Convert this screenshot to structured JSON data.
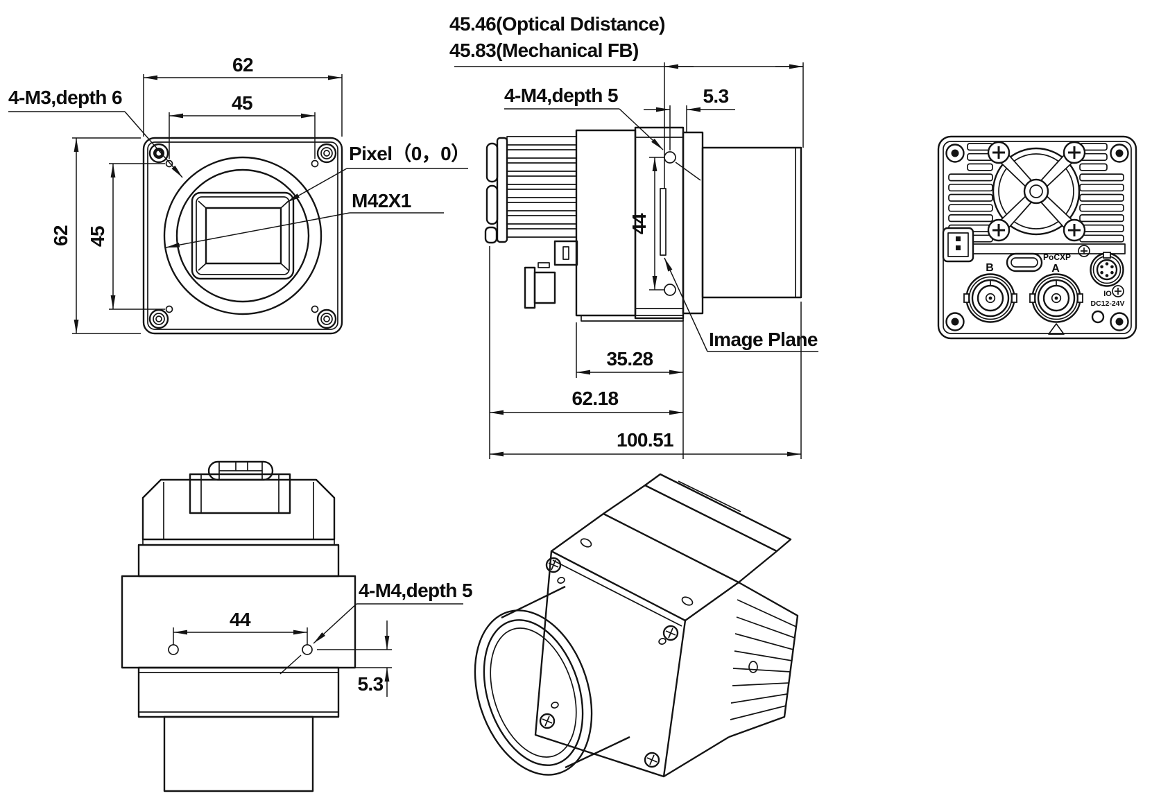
{
  "drawing": {
    "type": "mechanical-dimension-drawing",
    "subject": "industrial camera, five views",
    "background_color": "#ffffff",
    "line_color": "#141414",
    "views": {
      "front": {
        "dim_width": "62",
        "dim_inner_width": "45",
        "dim_height": "62",
        "dim_inner_height": "45",
        "label_screws": "4-M3,depth 6",
        "label_pixel": "Pixel（0，0）",
        "label_mount": "M42X1"
      },
      "side": {
        "dim_optical": "45.46(Optical Ddistance)",
        "dim_mechanical": "45.83(Mechanical FB)",
        "label_screws": "4-M4,depth 5",
        "dim_offset": "5.3",
        "dim_holes": "44",
        "dim_front_block": "35.28",
        "dim_body": "62.18",
        "dim_overall": "100.51",
        "label_image_plane": "Image Plane"
      },
      "rear": {
        "label_bnc_b": "B",
        "label_bnc_a": "A",
        "label_pocxp": "PoCXP",
        "label_io": "IO",
        "label_power": "DC12-24V"
      },
      "top": {
        "dim_holes": "44",
        "label_screws": "4-M4,depth 5",
        "dim_offset": "5.3"
      }
    }
  }
}
